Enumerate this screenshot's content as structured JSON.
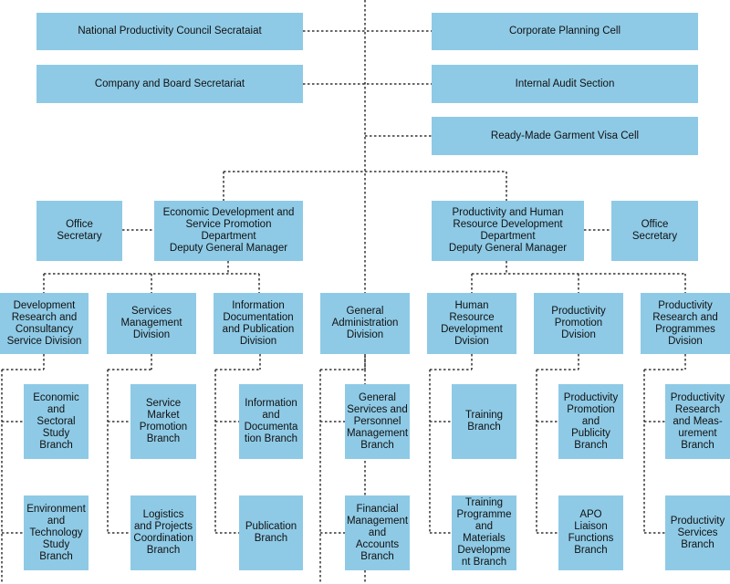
{
  "colors": {
    "box_fill": "#8ecae6",
    "connector": "#333333",
    "text": "#111111"
  },
  "top_left_units": [
    "National Productivity Council Secrataiat",
    "Company and Board Secretariat"
  ],
  "top_right_units": [
    "Corporate Planning Cell",
    "Internal Audit Section",
    "Ready-Made Garment Visa Cell"
  ],
  "departments": {
    "left": {
      "name": "Economic Development and\nService Promotion\nDepartment\nDeputy General Manager",
      "secretary": "Office\nSecretary"
    },
    "right": {
      "name": "Productivity and Human\nResource Development\nDepartment\nDeputy General Manager",
      "secretary": "Office\nSecretary"
    }
  },
  "divisions": [
    {
      "name": "Development\nResearch and\nConsultancy\nService Division",
      "branches": [
        "Economic\nand\nSectoral\nStudy\nBranch",
        "Environment\nand\nTechnology\nStudy Branch"
      ]
    },
    {
      "name": "Services\nManagement\nDivision",
      "branches": [
        "Service\nMarket\nPromotion\nBranch",
        "Logistics\nand Projects\nCoordination\nBranch"
      ]
    },
    {
      "name": "Information\nDocumentation\nand Publication\nDivision",
      "branches": [
        "Information\nand\nDocumenta\ntion Branch",
        "Publication\nBranch"
      ]
    },
    {
      "name": "General\nAdministration\nDivision",
      "branches": [
        "General\nServices and\nPersonnel\nManagement\nBranch",
        "Financial\nManagement\nand\nAccounts\nBranch"
      ]
    },
    {
      "name": "Human\nResource\nDevelopment\nDvision",
      "branches": [
        "Training\nBranch",
        "Training\nProgramme\nand\nMaterials\nDevelopme\nnt Branch"
      ]
    },
    {
      "name": "Productivity\nPromotion\nDvision",
      "branches": [
        "Productivity\nPromotion\nand\nPublicity\nBranch",
        "APO\nLiaison\nFunctions\nBranch"
      ]
    },
    {
      "name": "Productivity\nResearch and\nProgrammes\nDvision",
      "branches": [
        "Productivity\nResearch\nand Meas-\nurement\nBranch",
        "Productivity\nServices\nBranch"
      ]
    }
  ]
}
